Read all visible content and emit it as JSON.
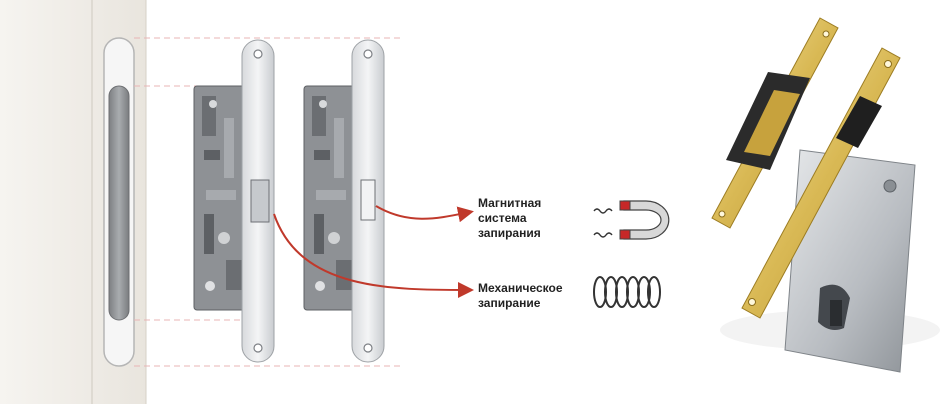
{
  "labels": {
    "magnetic": [
      "Магнитная",
      "система",
      "запирания"
    ],
    "mechanical": [
      "Механическое",
      "запирание"
    ]
  },
  "colors": {
    "arrow": "#c0392b",
    "magnet": "#c62828",
    "brass": "#d4b24c",
    "steel": "#b9bcc0",
    "door": "#f1eee8",
    "guide_lines": "#e8b4b4"
  },
  "icons": {
    "magnet": "magnet-icon",
    "spring": "spring-icon",
    "magnetic_field": "wave-icon"
  }
}
